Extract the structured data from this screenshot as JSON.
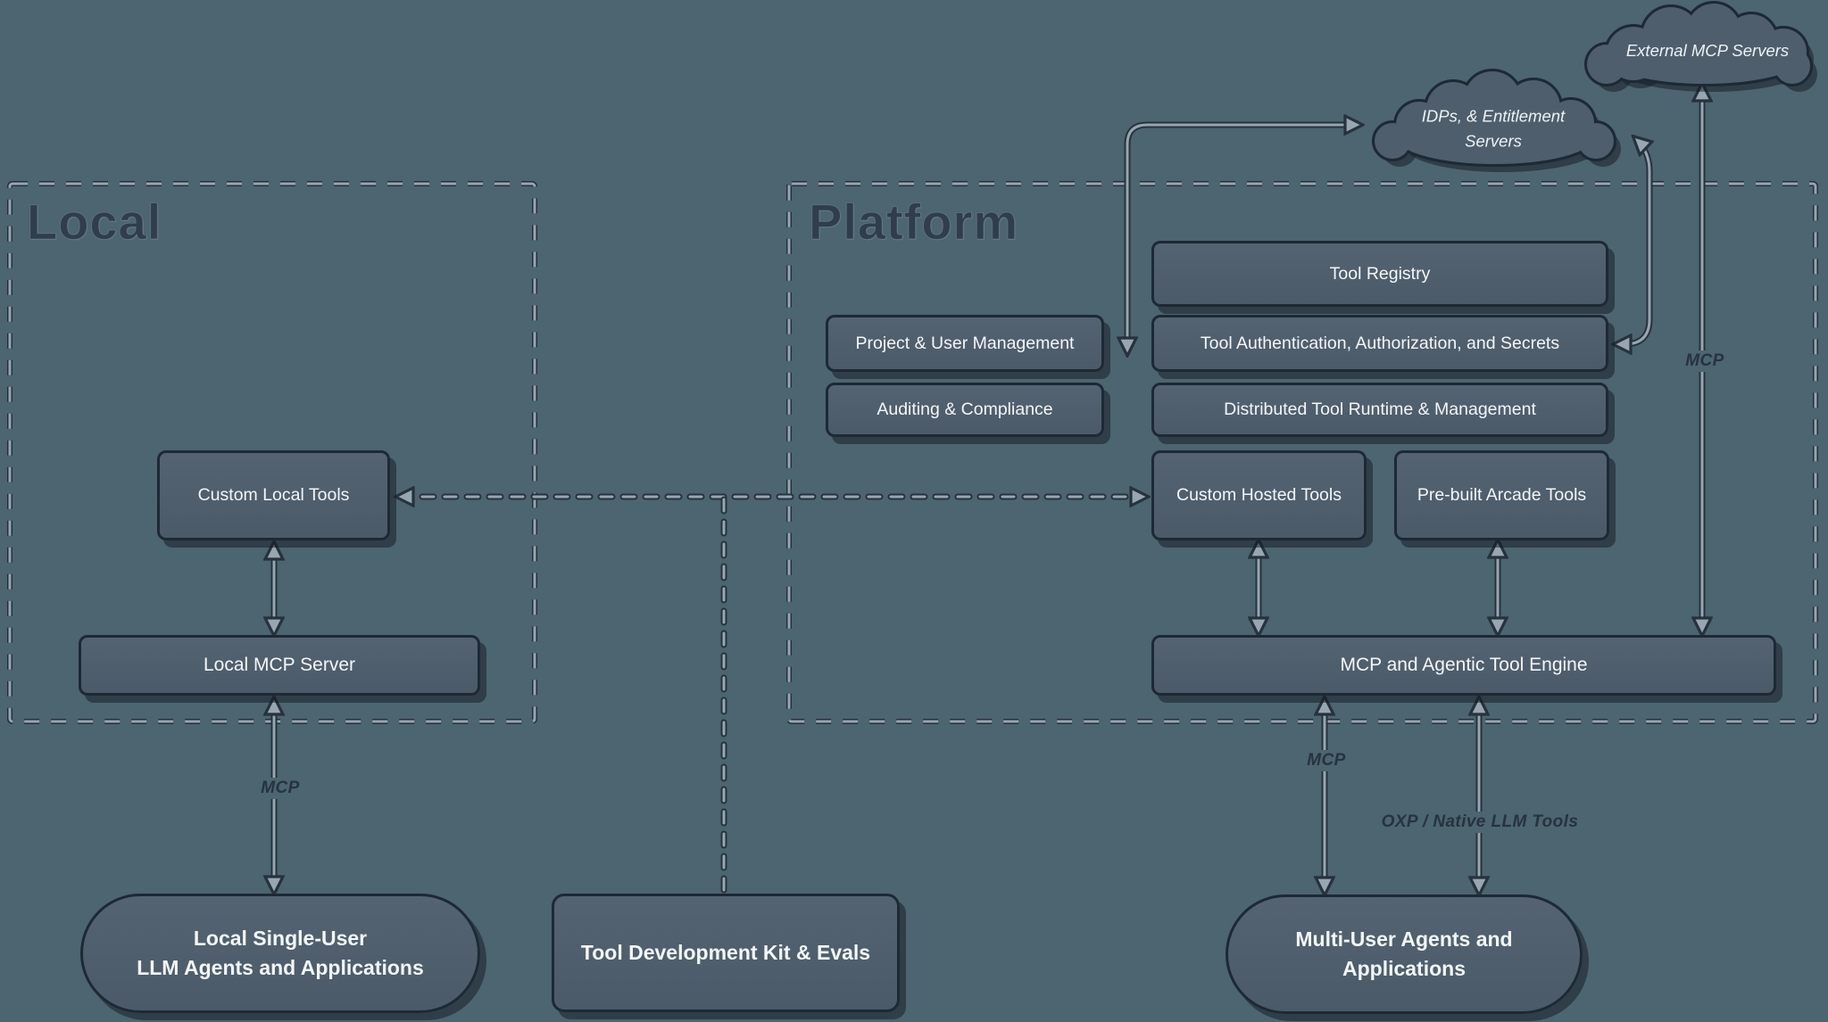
{
  "colors": {
    "background": "#4c6570",
    "node_fill": "#4e5e6c",
    "node_border": "#1d2935",
    "node_text": "#f3f6f8",
    "region_title": "#2f3d4c",
    "connector": "#97a6b1",
    "connector_outline": "#26323e",
    "edge_label_text": "#27333f"
  },
  "regions": {
    "local": {
      "title": "Local"
    },
    "platform": {
      "title": "Platform"
    }
  },
  "clouds": {
    "external_mcp": {
      "label": "External MCP Servers"
    },
    "idps": {
      "line1": "IDPs, & Entitlement",
      "line2": "Servers"
    }
  },
  "nodes": {
    "tool_registry": {
      "label": "Tool Registry"
    },
    "project_user_management": {
      "label": "Project & User Management"
    },
    "tool_auth": {
      "label": "Tool Authentication, Authorization, and Secrets"
    },
    "auditing_compliance": {
      "label": "Auditing & Compliance"
    },
    "distributed_runtime": {
      "label": "Distributed Tool Runtime & Management"
    },
    "custom_local_tools": {
      "label": "Custom Local Tools"
    },
    "custom_hosted_tools": {
      "label": "Custom Hosted Tools"
    },
    "prebuilt_arcade_tools": {
      "label": "Pre-built Arcade Tools"
    },
    "local_mcp_server": {
      "label": "Local MCP Server"
    },
    "tool_engine": {
      "label": "MCP and Agentic Tool Engine"
    },
    "local_agents": {
      "line1": "Local Single-User",
      "line2": "LLM Agents and Applications"
    },
    "tdk": {
      "label": "Tool Development Kit & Evals"
    },
    "multi_user_agents": {
      "line1": "Multi-User Agents and",
      "line2": "Applications"
    }
  },
  "edge_labels": {
    "local_server_mcp": "MCP",
    "external_mcp": "MCP",
    "engine_mcp": "MCP",
    "engine_oxp": "OXP / Native LLM Tools"
  }
}
